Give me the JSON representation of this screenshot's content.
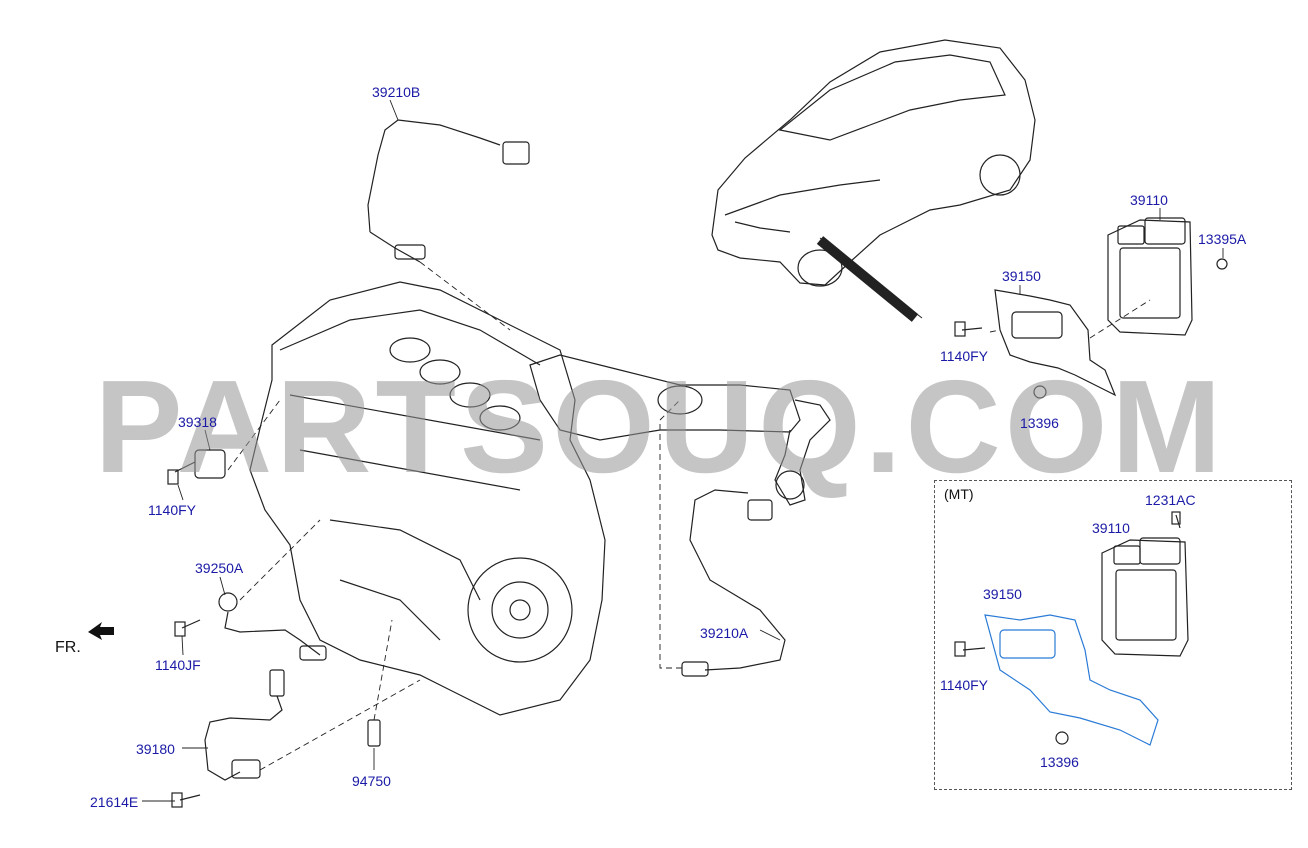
{
  "watermark": "PARTSOUQ.COM",
  "direction_label": "FR.",
  "mt_box_label": "(MT)",
  "labels": {
    "sensor_39210B": "39210B",
    "sensor_39210A": "39210A",
    "ecu_39110": "39110",
    "ecu_39110_mt": "39110",
    "nut_13395A": "13395A",
    "bracket_39150": "39150",
    "bracket_39150_mt": "39150",
    "bolt_1140FY_a": "1140FY",
    "bolt_1140FY_b": "1140FY",
    "bolt_1140FY_mt": "1140FY",
    "nut_13396": "13396",
    "nut_13396_mt": "13396",
    "sensor_39318": "39318",
    "knock_39250A": "39250A",
    "bolt_1140JF": "1140JF",
    "sensor_39180": "39180",
    "bolt_21614E": "21614E",
    "switch_94750": "94750",
    "bolt_1231AC": "1231AC"
  },
  "colors": {
    "label_blue": "#1a1aa6",
    "highlight_blue": "#2a7bd6",
    "line": "#222222"
  }
}
